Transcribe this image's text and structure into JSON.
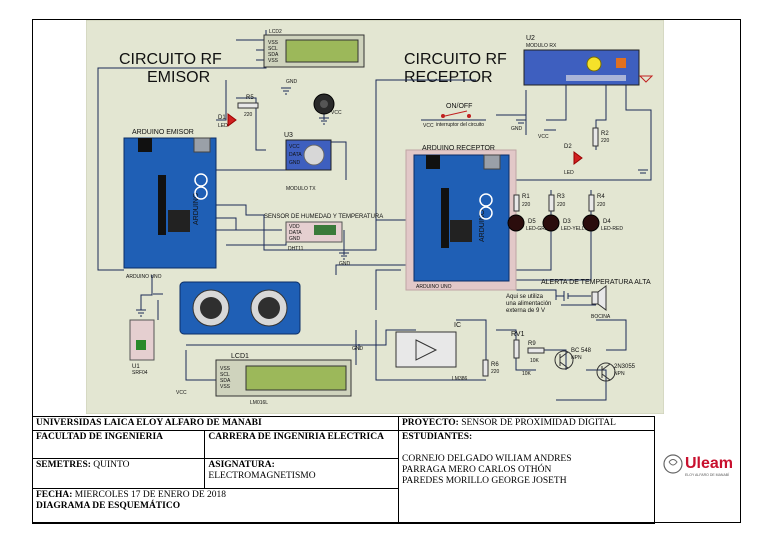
{
  "schematic": {
    "emitter_title_1": "CIRCUITO RF",
    "emitter_title_2": "EMISOR",
    "receiver_title_1": "CIRCUITO RF",
    "receiver_title_2": "RECEPTOR",
    "arduino_emisor": "ARDUINO EMISOR",
    "arduino_receptor": "ARDUINO RECEPTOR",
    "arduino_logo_text": "ARDUINO",
    "arduino_uno": "ARDUINO UNO",
    "lcd2": "LCD2",
    "lcd1": "LCD1",
    "lcd_pins": [
      "VSS",
      "SCL",
      "SDA",
      "VSS"
    ],
    "lcd1_name": "LM016L",
    "u2": "U2",
    "u2_sub": "MODULO RX",
    "u3": "U3",
    "u3_sub": "MODULO TX",
    "u3_pins": [
      "VCC",
      "DATA",
      "GND"
    ],
    "u1": "U1",
    "u1_sub": "SRF04",
    "dht": "DHT11",
    "dht_pins": [
      "VDD",
      "DATA",
      "GND"
    ],
    "sensor_label": "SENSOR DE HUMEDAD Y TEMPERATURA",
    "onoff": "ON/OFF",
    "switch_sub": "interruptor del circuito",
    "r5": "R5",
    "r5_val": "220",
    "d1": "D1",
    "d1_sub": "LED",
    "d2": "D2",
    "d2_sub": "LED",
    "r2": "R2",
    "r2_val": "220",
    "r1": "R1",
    "r1_val": "220",
    "r3": "R3",
    "r3_val": "220",
    "r4": "R4",
    "r4_val": "220",
    "d5": "D5",
    "d5_sub": "LED-GREEN",
    "d3": "D3",
    "d3_sub": "LED-YELLOW",
    "d4": "D4",
    "d4_sub": "LED-RED",
    "alert": "ALERTA DE TEMPERATURA ALTA",
    "note_1": "Aqui se utiliza",
    "note_2": "una alimentación",
    "note_3": "externa de 9 V",
    "bocina": "BOCINA",
    "ic": "IC",
    "ic_name": "LM386",
    "rv1": "RV1",
    "r9": "R9",
    "r9_val": "10K",
    "rv1_val": "10K",
    "r6": "R6",
    "r6_val": "220",
    "bc548": "BC 548",
    "npn": "NPN",
    "n2n3055": "2N3055",
    "vcc": "VCC",
    "gnd": "GND"
  },
  "title_block": {
    "university": "UNIVERSIDAS LAICA ELOY ALFARO DE MANABI",
    "faculty": "FACULTAD DE INGENIERIA",
    "career": "CARRERA DE INGENIRIA ELECTRICA",
    "semester_label": "SEMETRES:",
    "semester_value": "QUINTO",
    "subject_label": "ASIGNATURA:",
    "subject_value": "ELECTROMAGNETISMO",
    "date_label": "FECHA:",
    "date_value": "MIERCOLES 17 DE ENERO DE 2018",
    "diagram": "DIAGRAMA DE ESQUEMÁTICO",
    "project_label": "PROYECTO:",
    "project_value": "SENSOR DE PROXIMIDAD DIGITAL",
    "students_label": "ESTUDIANTES:",
    "students": [
      "CORNEJO DELGADO WILIAM ANDRES",
      "PARRAGA MERO CARLOS OTHÓN",
      "PAREDES MORILLO GEORGE JOSETH"
    ],
    "logo_text": "Uleam",
    "logo_sub": "ELOY ALFARO DE MANABÍ"
  },
  "colors": {
    "schematic_bg": "#e3e6d2",
    "board_blue": "#1f5fb5",
    "lcd_green": "#9cb85a",
    "wire": "#1b2a57",
    "led_red": "#d02020",
    "uleam_red": "#c8102e"
  }
}
